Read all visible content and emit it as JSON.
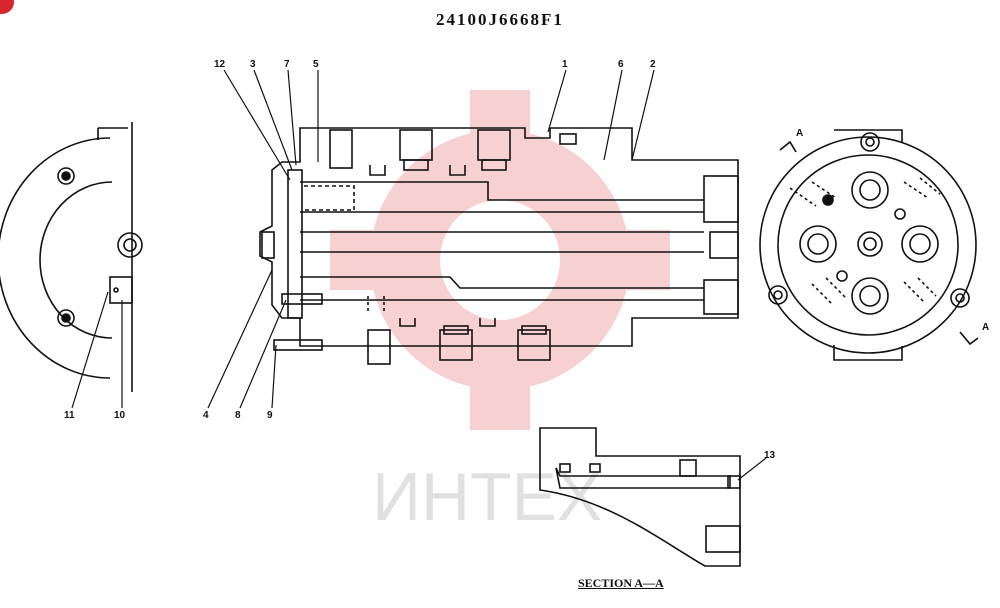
{
  "document": {
    "title": "24100J6668F1",
    "section_label": "SECTION A—A"
  },
  "callouts": [
    "12",
    "3",
    "7",
    "5",
    "1",
    "6",
    "2",
    "11",
    "10",
    "4",
    "8",
    "9",
    "13"
  ],
  "section_marks": [
    "A",
    "A"
  ],
  "watermark": {
    "text": "ИНТЕХ",
    "color": "#f3b4b6"
  },
  "colors": {
    "line": "#111111",
    "accent": "#d8262e"
  }
}
